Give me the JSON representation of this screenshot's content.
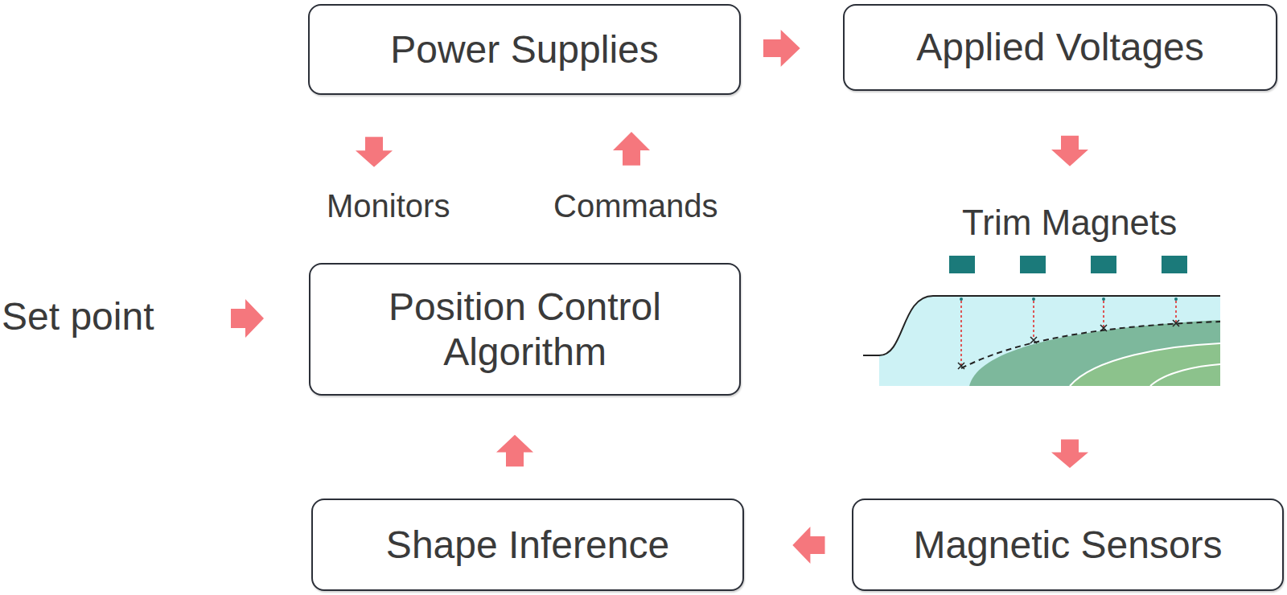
{
  "diagram": {
    "nodes": [
      {
        "text": [
          "Power Supplies"
        ]
      },
      {
        "text": [
          "Applied Voltages"
        ]
      },
      {
        "text": [
          "Position Control Algorithm"
        ]
      },
      {
        "text": [
          "Shape Inference"
        ]
      },
      {
        "text": [
          "Magnetic Sensors"
        ]
      }
    ],
    "edges": [
      {
        "from": 0,
        "to": 1,
        "arrow": "to"
      },
      {
        "from": 0,
        "to": 2,
        "label": "Monitors",
        "arrow": "to"
      },
      {
        "from": 2,
        "to": 0,
        "label": "Commands",
        "arrow": "to"
      },
      {
        "from": 1,
        "to": 4,
        "arrow": "to"
      },
      {
        "from": 4,
        "to": 3,
        "arrow": "to"
      },
      {
        "from": 3,
        "to": 2,
        "arrow": "to"
      }
    ],
    "labels": [
      "Set point",
      "Trim Magnets"
    ]
  }
}
